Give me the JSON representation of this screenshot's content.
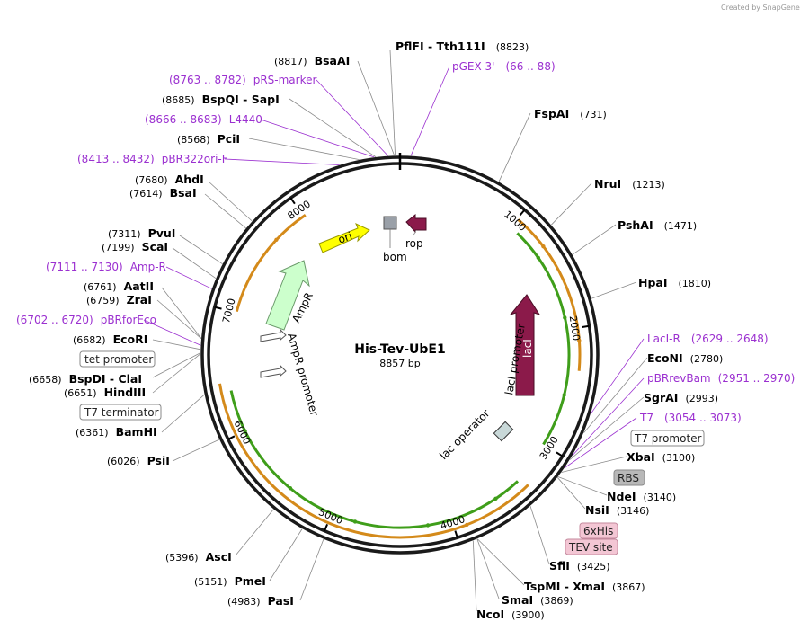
{
  "watermark": "Created by SnapGene",
  "plasmid": {
    "name": "His-Tev-UbE1",
    "length": "8857 bp"
  },
  "colors": {
    "primer": "#9b30d0",
    "gene_green": "#3f9e1a",
    "gene_orange": "#d48a1a",
    "ori": "#ffff00",
    "ampr": "#ccffcc",
    "lacI": "#8b1a4a",
    "rop": "#8b1a4a",
    "tag_bg": "#f3c6d4",
    "rbs_bg": "#b8b8b8"
  },
  "ticks": [
    "1000",
    "2000",
    "3000",
    "4000",
    "5000",
    "6000",
    "7000",
    "8000"
  ],
  "sites": [
    {
      "name": "PflFI",
      "sep": " - ",
      "name2": "Tth111I",
      "pos": "(8823)"
    },
    {
      "name": "BsaAI",
      "pos": "(8817)"
    },
    {
      "name": "BspQI",
      "sep": " - ",
      "name2": "SapI",
      "pos": "(8685)"
    },
    {
      "name": "PciI",
      "pos": "(8568)"
    },
    {
      "name": "AhdI",
      "pos": "(7680)"
    },
    {
      "name": "BsaI",
      "pos": "(7614)"
    },
    {
      "name": "PvuI",
      "pos": "(7311)"
    },
    {
      "name": "ScaI",
      "pos": "(7199)"
    },
    {
      "name": "AatII",
      "pos": "(6761)"
    },
    {
      "name": "ZraI",
      "pos": "(6759)"
    },
    {
      "name": "EcoRI",
      "pos": "(6682)"
    },
    {
      "name": "BspDI",
      "sep": " - ",
      "name2": "ClaI",
      "pos": "(6658)"
    },
    {
      "name": "HindIII",
      "pos": "(6651)"
    },
    {
      "name": "BamHI",
      "pos": "(6361)"
    },
    {
      "name": "PsiI",
      "pos": "(6026)"
    },
    {
      "name": "AscI",
      "pos": "(5396)"
    },
    {
      "name": "PmeI",
      "pos": "(5151)"
    },
    {
      "name": "PasI",
      "pos": "(4983)"
    },
    {
      "name": "NcoI",
      "pos": "(3900)"
    },
    {
      "name": "SmaI",
      "pos": "(3869)"
    },
    {
      "name": "TspMI",
      "sep": " - ",
      "name2": "XmaI",
      "pos": "(3867)"
    },
    {
      "name": "SfiI",
      "pos": "(3425)"
    },
    {
      "name": "NsiI",
      "pos": "(3146)"
    },
    {
      "name": "NdeI",
      "pos": "(3140)"
    },
    {
      "name": "XbaI",
      "pos": "(3100)"
    },
    {
      "name": "SgrAI",
      "pos": "(2993)"
    },
    {
      "name": "EcoNI",
      "pos": "(2780)"
    },
    {
      "name": "HpaI",
      "pos": "(1810)"
    },
    {
      "name": "PshAI",
      "pos": "(1471)"
    },
    {
      "name": "NruI",
      "pos": "(1213)"
    },
    {
      "name": "FspAI",
      "pos": "(731)"
    }
  ],
  "primers": [
    {
      "name": "pGEX 3'",
      "range": "(66 .. 88)"
    },
    {
      "name": "pRS-marker",
      "range": "(8763 .. 8782)"
    },
    {
      "name": "L4440",
      "range": "(8666 .. 8683)"
    },
    {
      "name": "pBR322ori-F",
      "range": "(8413 .. 8432)"
    },
    {
      "name": "Amp-R",
      "range": "(7111 .. 7130)"
    },
    {
      "name": "pBRforEco",
      "range": "(6702 .. 6720)"
    },
    {
      "name": "LacI-R",
      "range": "(2629 .. 2648)"
    },
    {
      "name": "pBRrevBam",
      "range": "(2951 .. 2970)"
    },
    {
      "name": "T7",
      "range": "(3054 .. 3073)"
    }
  ],
  "boxed": [
    {
      "label": "tet promoter"
    },
    {
      "label": "T7 terminator"
    },
    {
      "label": "T7 promoter"
    },
    {
      "label": "RBS"
    },
    {
      "label": "6xHis"
    },
    {
      "label": "TEV site"
    }
  ],
  "features": {
    "ori": "ori",
    "rop": "rop",
    "bom": "bom",
    "ampr": "AmpR",
    "ampr_promoter": "AmpR promoter",
    "lacI": "lacI",
    "lacI_promoter": "lacI promoter",
    "lac_operator": "lac operator"
  }
}
